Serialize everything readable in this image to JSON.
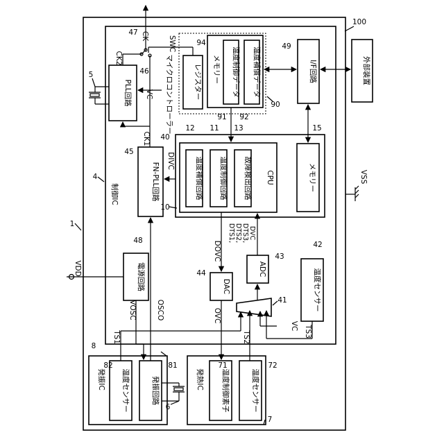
{
  "diagram": {
    "labels": {
      "n1": "1",
      "n4": "4",
      "n5": "5",
      "n6": "6",
      "n7": "7",
      "n8": "8",
      "n10": "10",
      "n11": "11",
      "n12": "12",
      "n13": "13",
      "n15": "15",
      "n40": "40",
      "n41": "41",
      "n42": "42",
      "n43": "43",
      "n44": "44",
      "n45": "45",
      "n46": "46",
      "n47": "47",
      "n48": "48",
      "n49": "49",
      "n71": "71",
      "n72": "72",
      "n81": "81",
      "n82": "82",
      "n90": "90",
      "n91": "91",
      "n92": "92",
      "n94": "94",
      "n100": "100"
    },
    "blocks": {
      "control_ic": "制御IC",
      "microcontroller": "マイクロコントローラー",
      "pll": "PLL回路",
      "fn_pll": "FN-PLL回路",
      "power": "電源回路",
      "dac": "DAC",
      "adc": "ADC",
      "temp_sensor": "温度センサー",
      "register": "レジスター",
      "memory_a": "メモリー",
      "temp_control_data": "温度制御データ",
      "temp_comp_data": "温度補償データ",
      "if_circuit": "I/F回路",
      "external": "外部装置",
      "temp_comp_circuit": "温度補償回路",
      "temp_control_circuit": "温度制御回路",
      "fault_detect": "故障検出回路",
      "cpu": "CPU",
      "memory_b": "メモリー",
      "osc_ic": "発振IC",
      "osc_temp_sensor": "温度センサー",
      "osc_circuit": "発振回路",
      "heat_ic": "発熱IC",
      "heat_element": "温度制御素子",
      "heat_temp_sensor": "温度センサー"
    },
    "signals": {
      "vdd": "VDD",
      "vss": "VSS",
      "ck": "CK",
      "ck1": "CK1",
      "ck2": "CK2",
      "swc": "SWC",
      "vc_pll": "VC",
      "divc": "DIVC",
      "vosc": "VOSC",
      "osco": "OSCO",
      "dovc": "DOVC",
      "ovc": "OVC",
      "dts": "DTS1,",
      "dts2": "DTS2,",
      "dts3": "DTS3,",
      "dvc": "DVC",
      "vc_mux": "VC",
      "ts1": "TS1",
      "ts2": "TS2",
      "ts3": "TS3"
    }
  }
}
